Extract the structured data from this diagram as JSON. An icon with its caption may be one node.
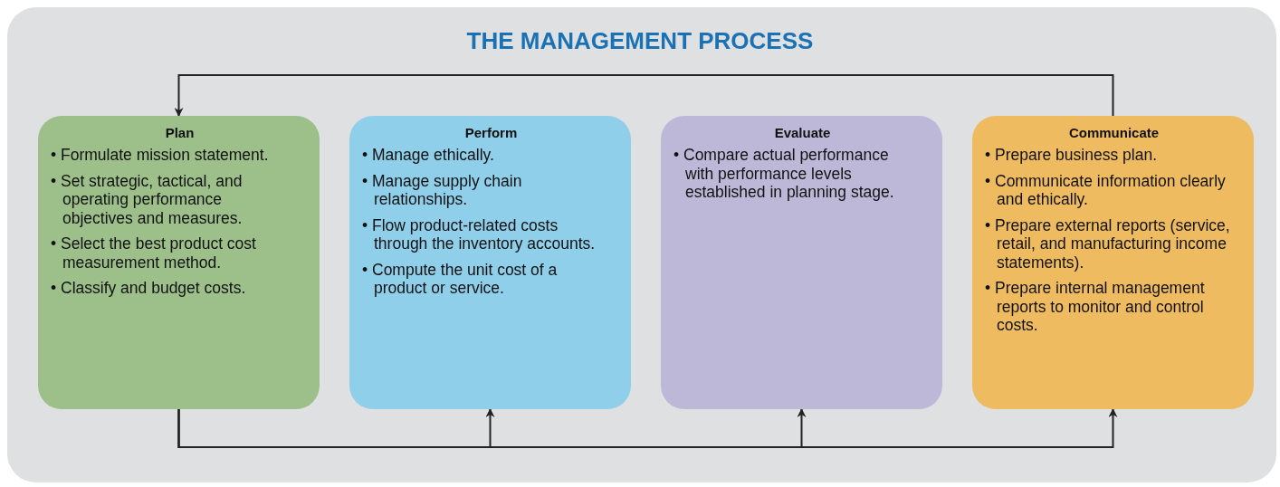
{
  "diagram": {
    "title": "THE MANAGEMENT PROCESS",
    "nodes": [
      {
        "text": [
          "Plan",
          "• Formulate mission statement.",
          "• Set strategic, tactical, and operating performance objectives and measures.",
          "• Select the best product cost measurement method.",
          "• Classify and budget costs."
        ]
      },
      {
        "text": [
          "Perform",
          "• Manage ethically.",
          "• Manage supply chain relationships.",
          "• Flow product-related costs through the inventory accounts.",
          "• Compute the unit cost of a product or service."
        ]
      },
      {
        "text": [
          "Evaluate",
          "• Compare actual performance with performance levels established in planning stage."
        ]
      },
      {
        "text": [
          "Communicate",
          "• Prepare business plan.",
          "• Communicate information clearly and ethically.",
          "• Prepare external reports (service, retail, and manufacturing income statements).",
          "• Prepare internal management reports to monitor and control costs."
        ]
      }
    ],
    "edges": [
      {
        "from": 3,
        "to": 0,
        "arrow": "to"
      },
      {
        "from": 0,
        "to": 1,
        "arrow": "to"
      },
      {
        "from": 0,
        "to": 2,
        "arrow": "to"
      },
      {
        "from": 0,
        "to": 3,
        "arrow": "to"
      }
    ]
  }
}
